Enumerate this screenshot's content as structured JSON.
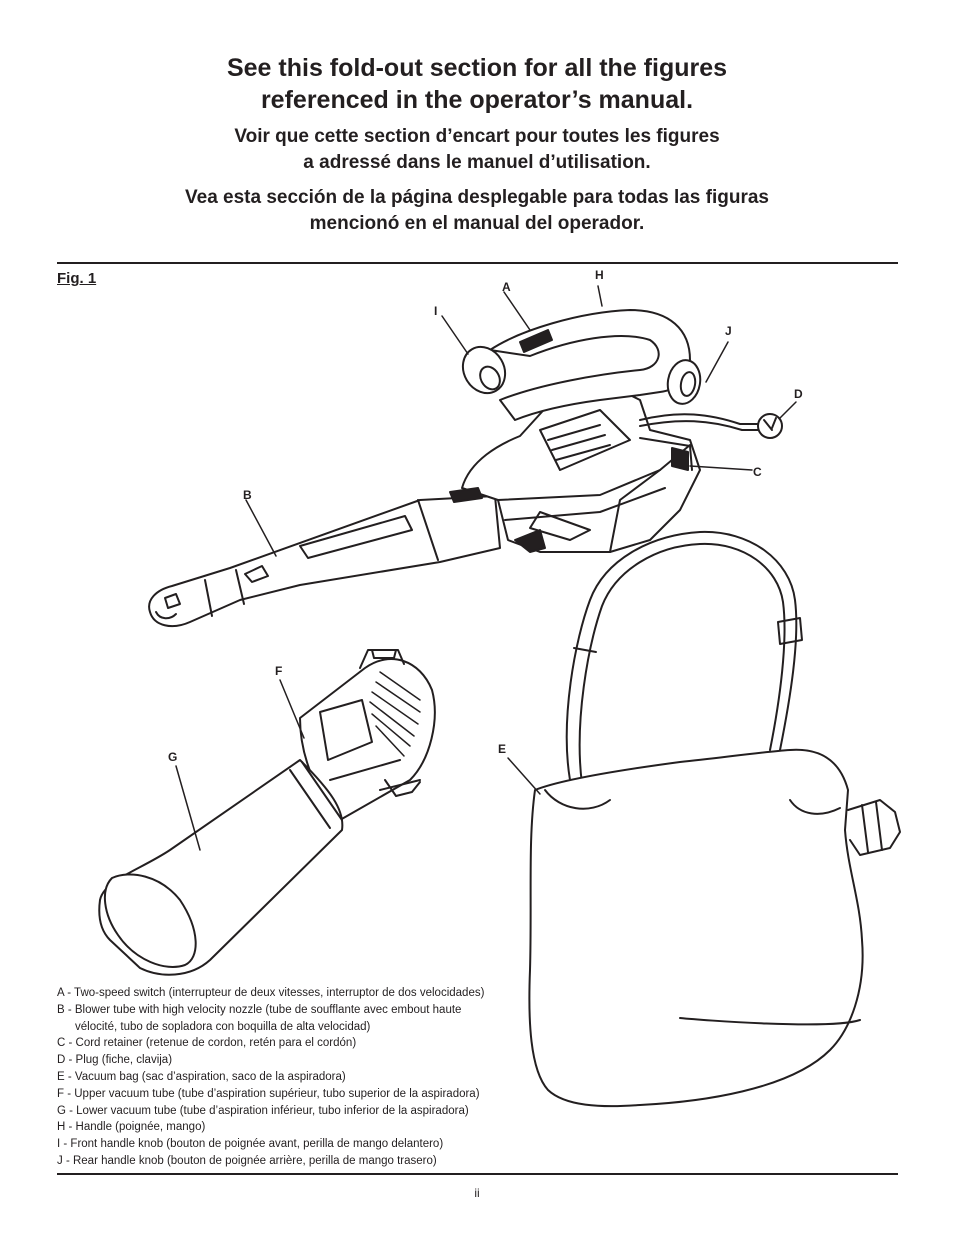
{
  "header": {
    "title_en_line1": "See this fold-out section for all the figures",
    "title_en_line2": "referenced in the operator’s manual.",
    "title_fr_line1": "Voir que cette section d’encart pour toutes les figures",
    "title_fr_line2": "a adressé dans le manuel d’utilisation.",
    "title_es_line1": "Vea esta sección de la página desplegable para todas las figuras",
    "title_es_line2": "mencionó en el manual del operador."
  },
  "figure": {
    "label": "Fig. 1",
    "callouts": {
      "a": "A",
      "b": "B",
      "c": "C",
      "d": "D",
      "e": "E",
      "f": "F",
      "g": "G",
      "h": "H",
      "i": "I",
      "j": "J"
    }
  },
  "legend": {
    "items": [
      "A - Two-speed switch (interrupteur de deux vitesses, interruptor de dos velocidades)",
      "B - Blower tube with high velocity nozzle (tube de soufflante avec embout haute",
      "vélocité, tubo de sopladora con boquilla de alta velocidad)",
      "C - Cord retainer (retenue de cordon, retén para el cordón)",
      "D - Plug (fiche, clavija)",
      "E - Vacuum bag (sac d’aspiration, saco de la aspiradora)",
      "F - Upper vacuum tube (tube d’aspiration supérieur, tubo superior de la aspiradora)",
      "G - Lower vacuum tube (tube d’aspiration inférieur, tubo inferior de la aspiradora)",
      "H - Handle (poignée, mango)",
      "I  - Front handle knob (bouton de poignée avant, perilla de mango delantero)",
      "J - Rear handle knob (bouton de poignée arrière, perilla de mango trasero)"
    ]
  },
  "footer": {
    "page_number": "ii"
  }
}
